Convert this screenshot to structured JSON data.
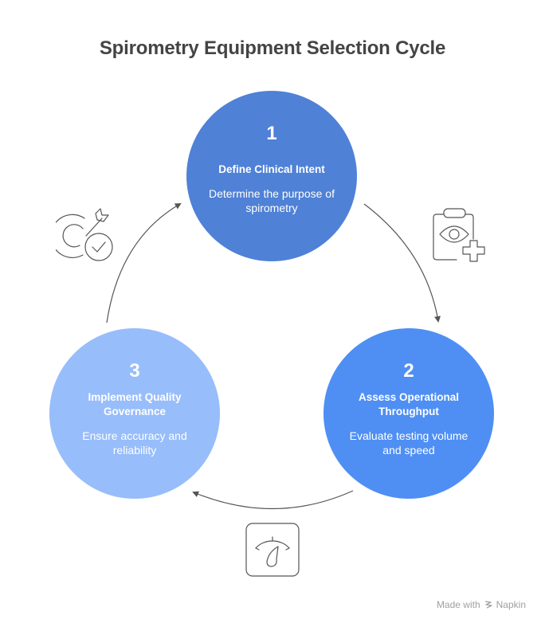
{
  "title": "Spirometry Equipment Selection Cycle",
  "steps": [
    {
      "number": "1",
      "heading": "Define Clinical Intent",
      "description": "Determine the purpose of spirometry",
      "color": "#4f81d6",
      "icon": "target-check-icon"
    },
    {
      "number": "2",
      "heading": "Assess Operational Throughput",
      "description": "Evaluate testing volume and speed",
      "color": "#4f8ff4",
      "icon": "clipboard-eye-plus-icon"
    },
    {
      "number": "3",
      "heading": "Implement Quality Governance",
      "description": "Ensure accuracy and reliability",
      "color": "#97bdfb",
      "icon": "gauge-scale-icon"
    }
  ],
  "flow": [
    "1 → 2",
    "2 → 3",
    "3 → 1"
  ],
  "footer": {
    "made_with": "Made with",
    "brand": "Napkin"
  }
}
